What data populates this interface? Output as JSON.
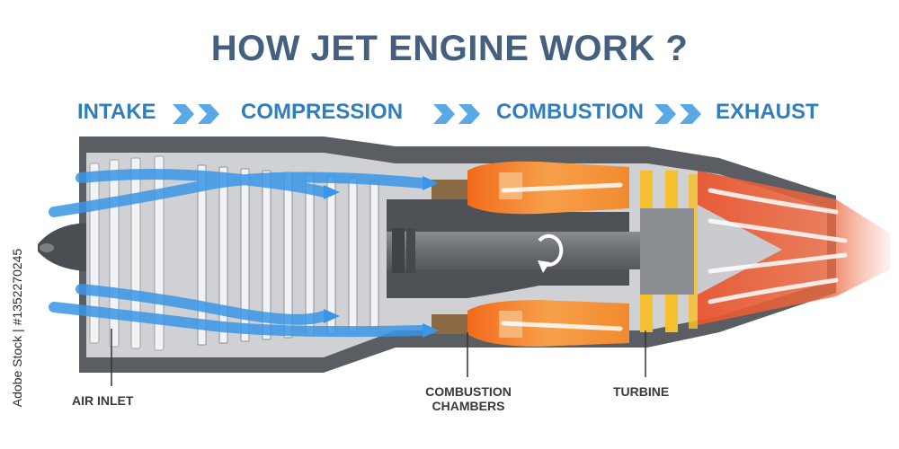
{
  "title": "HOW JET ENGINE WORK ?",
  "stages": [
    "INTAKE",
    "COMPRESSION",
    "COMBUSTION",
    "EXHAUST"
  ],
  "labels": {
    "air_inlet": "AIR INLET",
    "combustion_chambers_line1": "COMBUSTION",
    "combustion_chambers_line2": "CHAMBERS",
    "turbine": "TURBINE"
  },
  "watermark": "Adobe Stock | #1352270245",
  "colors": {
    "title": "#45607f",
    "stage_text": "#2f7fbf",
    "chevron": "#5aa9e6",
    "air_flow": "#3a96e6",
    "combustion": "#f07a1e",
    "exhaust": "#e8552e",
    "casing": "#5a5d62"
  }
}
